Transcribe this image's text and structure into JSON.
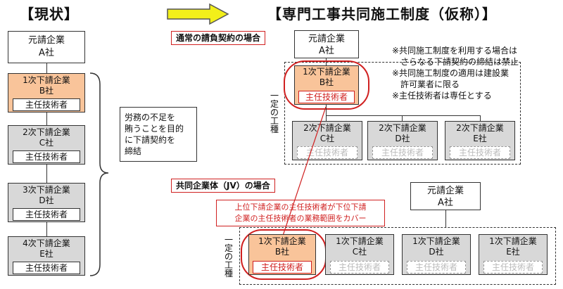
{
  "left": {
    "title": "【現状】",
    "prime": {
      "line1": "元請企業",
      "line2": "A社"
    },
    "subs": [
      {
        "line1": "1次下請企業",
        "line2": "B社",
        "tech": "主任技術者"
      },
      {
        "line1": "2次下請企業",
        "line2": "C社",
        "tech": "主任技術者"
      },
      {
        "line1": "3次下請企業",
        "line2": "D社",
        "tech": "主任技術者"
      },
      {
        "line1": "4次下請企業",
        "line2": "E社",
        "tech": "主任技術者"
      }
    ],
    "note": "労務の不足を\n賄うことを目的\nに下請契約を\n締結"
  },
  "right": {
    "title": "【専門工事共同施工制度（仮称）】",
    "section1_label": "通常の請負契約の場合",
    "section2_label": "共同企業体（JV）の場合",
    "prime": {
      "line1": "元請企業",
      "line2": "A社"
    },
    "first_tier": {
      "line1": "1次下請企業",
      "line2": "B社",
      "tech": "主任技術者"
    },
    "second_tier": [
      {
        "line1": "2次下請企業",
        "line2": "C社",
        "tech": "主任技術者"
      },
      {
        "line1": "2次下請企業",
        "line2": "D社",
        "tech": "主任技術者"
      },
      {
        "line1": "2次下請企業",
        "line2": "E社",
        "tech": "主任技術者"
      }
    ],
    "vertical_label": "一定の工種",
    "notes": "※共同施工制度を利用する場合は\n　さらなる下請契約の締結は禁止\n※共同施工制度の適用は建設業\n　許可業者に限る\n※主任技術者は専任とする",
    "jv_prime": {
      "line1": "元請企業",
      "line2": "A社"
    },
    "callout": "上位下請企業の主任技術者が下位下請\n企業の主任技術者の業務範囲をカバー",
    "jv_members": [
      {
        "line1": "1次下請企業",
        "line2": "B社",
        "tech": "主任技術者"
      },
      {
        "line1": "1次下請企業",
        "line2": "C社",
        "tech": "主任技術者"
      },
      {
        "line1": "1次下請企業",
        "line2": "D社",
        "tech": "主任技術者"
      },
      {
        "line1": "1次下請企業",
        "line2": "E社",
        "tech": "主任技術者"
      }
    ]
  },
  "colors": {
    "accent_red": "#d02020",
    "highlight_orange": "#f9c49a",
    "sub_grey": "#d8d8d8",
    "arrow_yellow": "#f2ef1a"
  }
}
